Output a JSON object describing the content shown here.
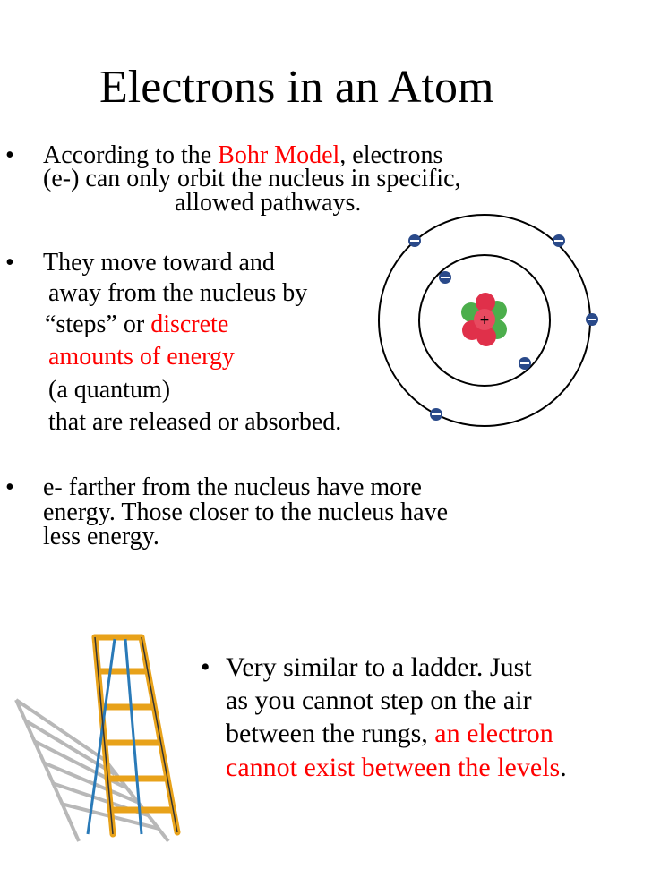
{
  "slide": {
    "title": "Electrons in an Atom",
    "bullet1": {
      "line1_pre": "According to the ",
      "line1_red": "Bohr Model",
      "line1_post": ", electrons",
      "line2": "(e-) can only orbit the nucleus in specific,",
      "line3": "allowed pathways."
    },
    "bullet2": {
      "line1": "They move toward and",
      "line2": "away from the nucleus by",
      "line3_pre": "“steps” or ",
      "line3_red": "discrete",
      "line4_red": "amounts of energy",
      "line5": "(a quantum)",
      "line6": "that are released or absorbed."
    },
    "bullet3": {
      "line1": "e- farther from the nucleus have more",
      "line2": "energy.  Those closer to the nucleus have",
      "line3": "less energy."
    },
    "bullet4": {
      "line1": "Very similar to a ladder.  Just",
      "line2": "as you cannot step on the air",
      "line3_pre": "between the rungs, ",
      "line3_red": "an electron",
      "line4_red": "cannot exist between the levels",
      "line4_post": "."
    },
    "bullet_symbol": "•",
    "colors": {
      "highlight": "#ff0000",
      "electron": "#2a4a8a",
      "proton": "#e0304a",
      "neutron": "#4cae4c",
      "ladder": "#e8a21a"
    }
  }
}
